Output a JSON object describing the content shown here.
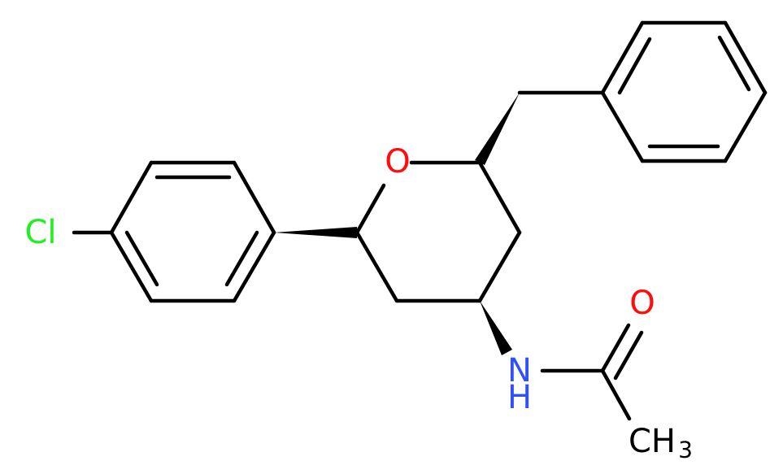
{
  "colors": {
    "bond": "#000000",
    "O": "#ff0d0d",
    "N": "#3050f8",
    "Cl": "#1ff01f",
    "C": "#000000",
    "background": "#ffffff"
  },
  "atoms": {
    "cl": {
      "label": "Cl",
      "element": "Cl"
    },
    "ring_o": {
      "label": "O",
      "element": "O"
    },
    "carbonyl_o": {
      "label": "O",
      "element": "O"
    },
    "amide_n": {
      "label": "N",
      "sub_label": "H",
      "element": "N"
    },
    "methyl": {
      "label": "CH",
      "sub_label": "3",
      "element": "C"
    }
  }
}
